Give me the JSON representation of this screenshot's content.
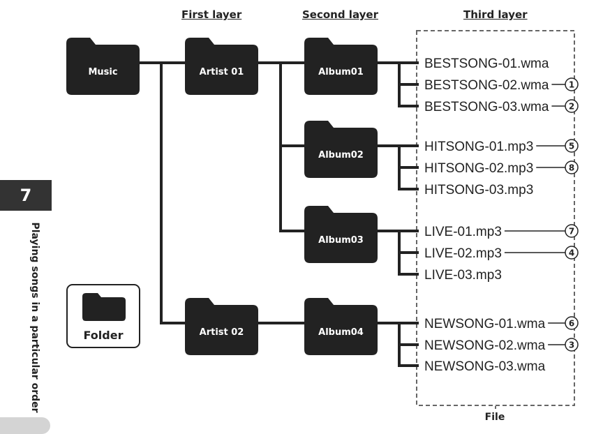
{
  "headers": {
    "first_layer": "First layer",
    "second_layer": "Second layer",
    "third_layer": "Third layer"
  },
  "folders": {
    "music": "Music",
    "artist01": "Artist 01",
    "artist02": "Artist 02",
    "album01": "Album01",
    "album02": "Album02",
    "album03": "Album03",
    "album04": "Album04"
  },
  "files": [
    {
      "name": "BESTSONG-01.wma",
      "order": ""
    },
    {
      "name": "BESTSONG-02.wma",
      "order": "1"
    },
    {
      "name": "BESTSONG-03.wma",
      "order": "2"
    },
    {
      "name": "HITSONG-01.mp3",
      "order": "5"
    },
    {
      "name": "HITSONG-02.mp3",
      "order": "8"
    },
    {
      "name": "HITSONG-03.mp3",
      "order": ""
    },
    {
      "name": "LIVE-01.mp3",
      "order": "7"
    },
    {
      "name": "LIVE-02.mp3",
      "order": "4"
    },
    {
      "name": "LIVE-03.mp3",
      "order": ""
    },
    {
      "name": "NEWSONG-01.wma",
      "order": "6"
    },
    {
      "name": "NEWSONG-02.wma",
      "order": "3"
    },
    {
      "name": "NEWSONG-03.wma",
      "order": ""
    }
  ],
  "legend": {
    "folder_label": "Folder",
    "file_label": "File"
  },
  "sidebar": {
    "chapter_number": "7",
    "chapter_title": "Playing songs in a particular order"
  },
  "colors": {
    "folder_fill": "#222222",
    "line": "#222222",
    "dashed_border": "#666666",
    "chapter_tab": "#333333"
  }
}
